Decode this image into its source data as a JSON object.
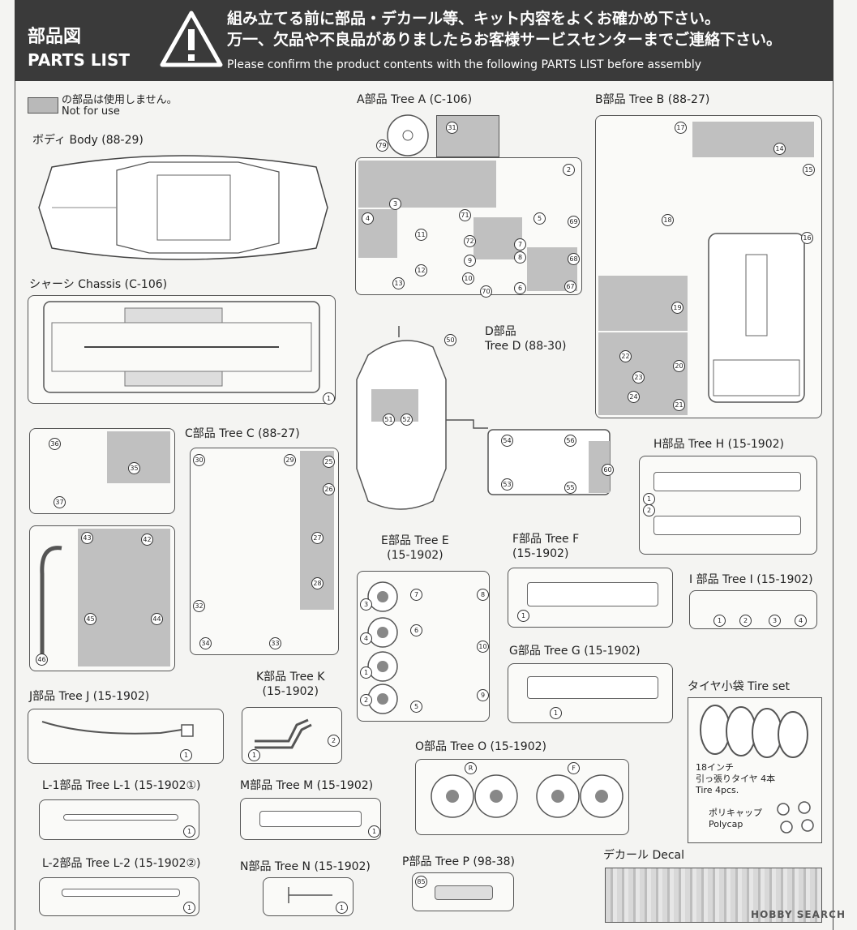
{
  "header": {
    "title_jp": "部品図",
    "title_en": "PARTS LIST",
    "notice_jp_1": "組み立てる前に部品・デカール等、キット内容をよくお確かめ下さい。",
    "notice_jp_2": "万一、欠品や不良品がありましたらお客様サービスセンターまでご連絡下さい。",
    "notice_en": "Please confirm the product contents with the following PARTS LIST before assembly"
  },
  "legend": {
    "jp": "の部品は使用しません。",
    "en": "Not for use"
  },
  "trees": {
    "body": "ボディ Body (88-29)",
    "chassis": "シャーシ Chassis (C-106)",
    "a": "A部品 Tree A (C-106)",
    "b": "B部品 Tree B (88-27)",
    "c": "C部品 Tree C (88-27)",
    "d_1": "D部品",
    "d_2": "Tree D (88-30)",
    "e_1": "E部品 Tree E",
    "e_2": "(15-1902)",
    "f_1": "F部品 Tree F",
    "f_2": "(15-1902)",
    "g": "G部品 Tree G (15-1902)",
    "h": "H部品 Tree H (15-1902)",
    "i": "I 部品 Tree I (15-1902)",
    "j": "J部品 Tree J (15-1902)",
    "k_1": "K部品 Tree K",
    "k_2": "(15-1902)",
    "l1": "L-1部品 Tree L-1 (15-1902①)",
    "l2": "L-2部品 Tree L-2 (15-1902②)",
    "m": "M部品 Tree M (15-1902)",
    "n": "N部品 Tree N (15-1902)",
    "o": "O部品 Tree O (15-1902)",
    "p": "P部品 Tree P (98-38)"
  },
  "tire_set": {
    "title": "タイヤ小袋 Tire set",
    "tire_jp_1": "18インチ",
    "tire_jp_2": "引っ張りタイヤ 4本",
    "tire_en": "Tire 4pcs.",
    "polycap_jp": "ポリキャップ",
    "polycap_en": "Polycap"
  },
  "decal": {
    "title": "デカール Decal"
  },
  "wheel_marks": {
    "rear": "R",
    "front": "F"
  },
  "watermark": "HOBBY SEARCH",
  "parts": {
    "a": [
      "79",
      "31",
      "2",
      "3",
      "4",
      "11",
      "71",
      "72",
      "7",
      "5",
      "69",
      "9",
      "8",
      "12",
      "10",
      "70",
      "6",
      "68",
      "67",
      "13"
    ],
    "b": [
      "17",
      "14",
      "15",
      "18",
      "16",
      "19",
      "22",
      "20",
      "23",
      "24",
      "21"
    ],
    "c": [
      "36",
      "35",
      "37",
      "43",
      "42",
      "45",
      "44",
      "46",
      "30",
      "29",
      "25",
      "26",
      "27",
      "28",
      "32",
      "34",
      "33"
    ],
    "d": [
      "50",
      "51",
      "52",
      "54",
      "56",
      "53",
      "55",
      "60"
    ],
    "e": [
      "3",
      "7",
      "8",
      "4",
      "6",
      "10",
      "1",
      "2",
      "5",
      "9"
    ]
  }
}
